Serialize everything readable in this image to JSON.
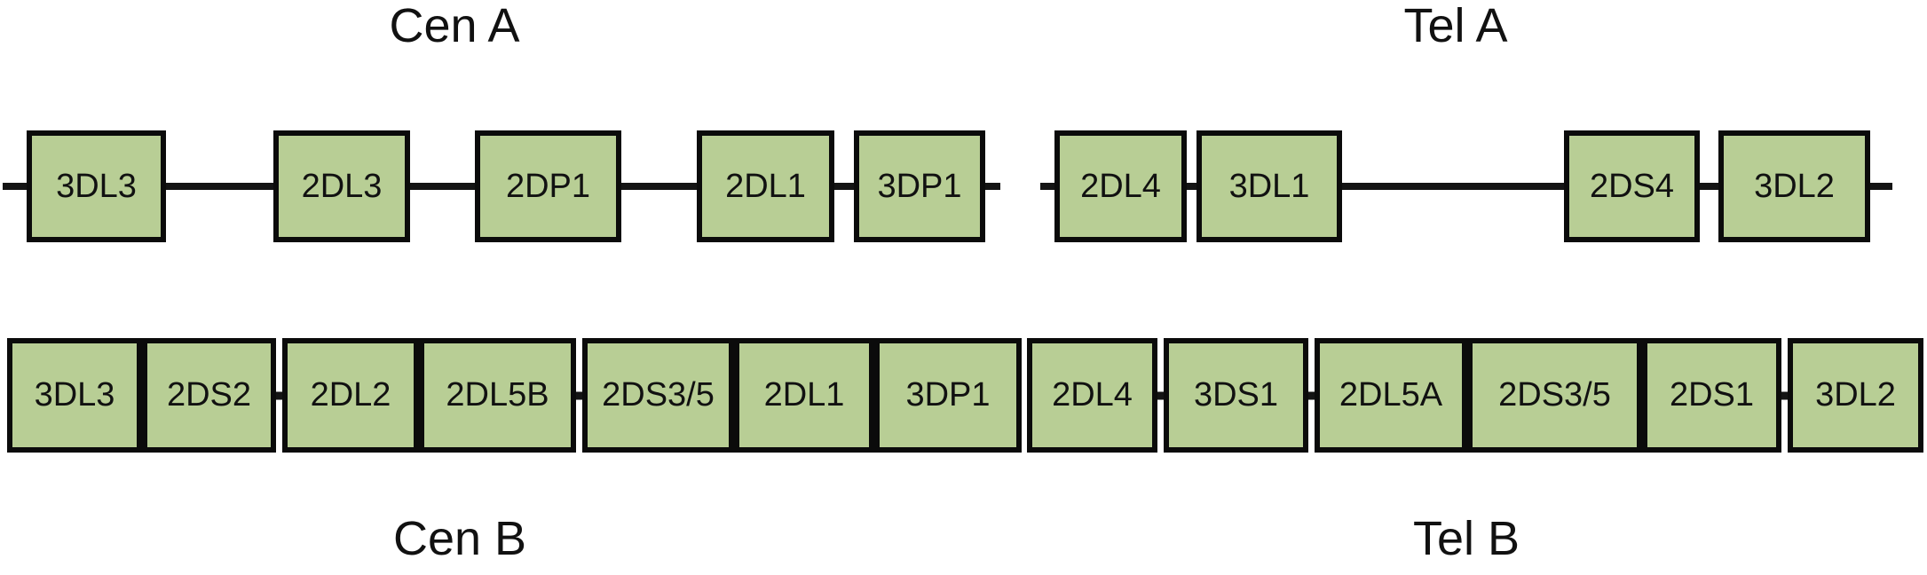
{
  "diagram": {
    "top_row": {
      "cen_label": "Cen A",
      "tel_label": "Tel A",
      "genes": [
        "3DL3",
        "2DL3",
        "2DP1",
        "2DL1",
        "3DP1",
        "2DL4",
        "3DL1",
        "2DS4",
        "3DL2"
      ]
    },
    "bottom_row": {
      "cen_label": "Cen B",
      "tel_label": "Tel B",
      "genes": [
        "3DL3",
        "2DS2",
        "2DL2",
        "2DL5B",
        "2DS3/5",
        "2DL1",
        "3DP1",
        "2DL4",
        "3DS1",
        "2DL5A",
        "2DS3/5",
        "2DS1",
        "3DL2"
      ]
    },
    "colors": {
      "gene_box_fill": "#b8ce95",
      "gene_box_border": "#0b0b0b",
      "connector_line": "#141414",
      "background": "#ffffff",
      "text": "#111111"
    }
  }
}
